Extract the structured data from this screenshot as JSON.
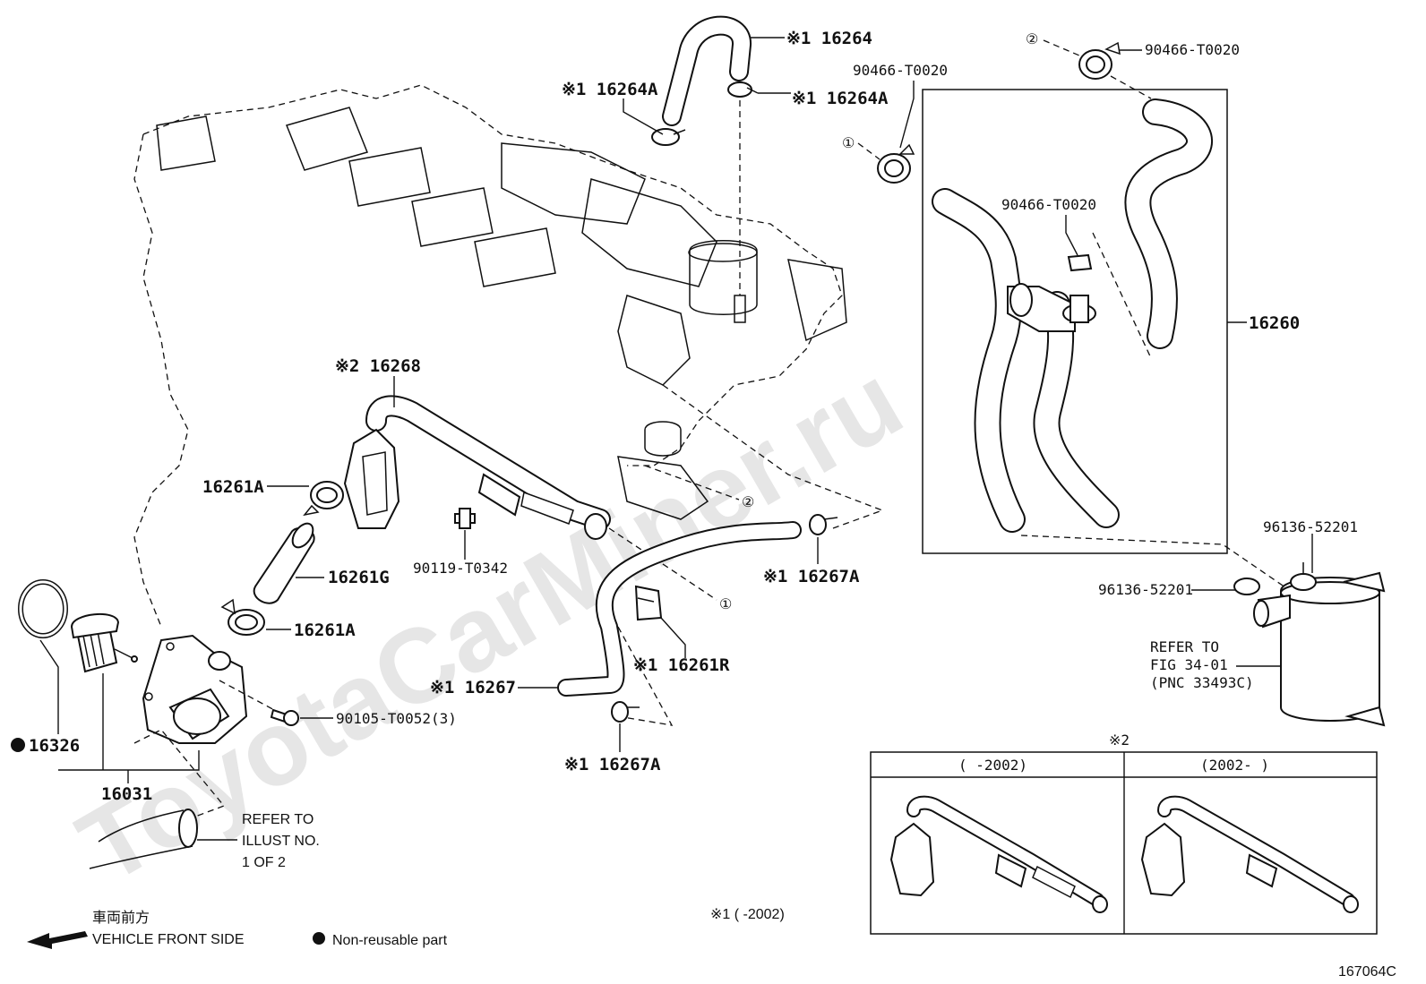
{
  "watermark": "ToyotaCarMiner.ru",
  "diagram_id": "167064C",
  "labels": {
    "l16264": "※1 16264",
    "l16264A_left": "※1 16264A",
    "l16264A_right": "※1 16264A",
    "l90466_top": "90466-T0020",
    "l90466_mid": "90466-T0020",
    "l90466_box": "90466-T0020",
    "circ2_top": "②",
    "circ1_top": "①",
    "circ2_mid": "②",
    "circ1_mid": "①",
    "l16260": "16260",
    "l16268": "※2 16268",
    "l16261A_top": "16261A",
    "l16261G": "16261G",
    "l16261A_bot": "16261A",
    "l90119": "90119-T0342",
    "l16267A_right": "※1 16267A",
    "l16261R": "※1 16261R",
    "l16267": "※1 16267",
    "l16267A_bot": "※1 16267A",
    "l90105": "90105-T0052(3)",
    "l16326": "16326",
    "l16031": "16031",
    "l96136_top": "96136-52201",
    "l96136_mid": "96136-52201",
    "refer_fig_1": "REFER TO",
    "refer_fig_2": "FIG 34-01",
    "refer_fig_3": "(PNC 33493C)",
    "refer_illust_1": "REFER TO",
    "refer_illust_2": "ILLUST NO.",
    "refer_illust_3": "1 OF 2",
    "note2": "※2",
    "variant_left": "(     -2002)",
    "variant_right": "(2002-     )",
    "note1_range": "※1 (      -2002)",
    "front_jp": "車両前方",
    "front_en": "VEHICLE FRONT SIDE",
    "nonreusable": "Non-reusable part"
  }
}
